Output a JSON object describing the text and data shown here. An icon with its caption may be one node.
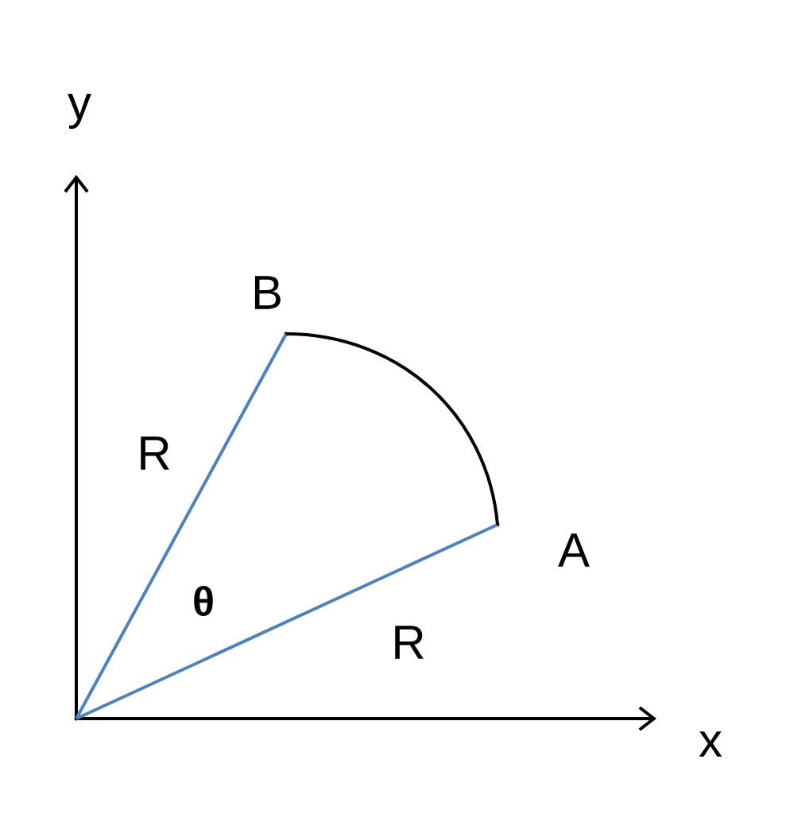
{
  "diagram": {
    "nodes": [
      {
        "text": [],
        "shape": "point"
      },
      {
        "text": [],
        "shape": "point",
        "beside": [
          "A"
        ]
      },
      {
        "text": [],
        "shape": "point",
        "beside": [
          "B"
        ]
      }
    ],
    "edges": [
      {
        "from": 0,
        "to": 1,
        "arrow": "none",
        "label": "R",
        "color": "#4f81bd"
      },
      {
        "from": 0,
        "to": 2,
        "arrow": "none",
        "label": "R",
        "color": "#4f81bd"
      },
      {
        "from": 2,
        "to": 1,
        "arrow": "none",
        "color": "#000000"
      }
    ],
    "labels": [
      "y",
      "θ",
      "x"
    ]
  }
}
